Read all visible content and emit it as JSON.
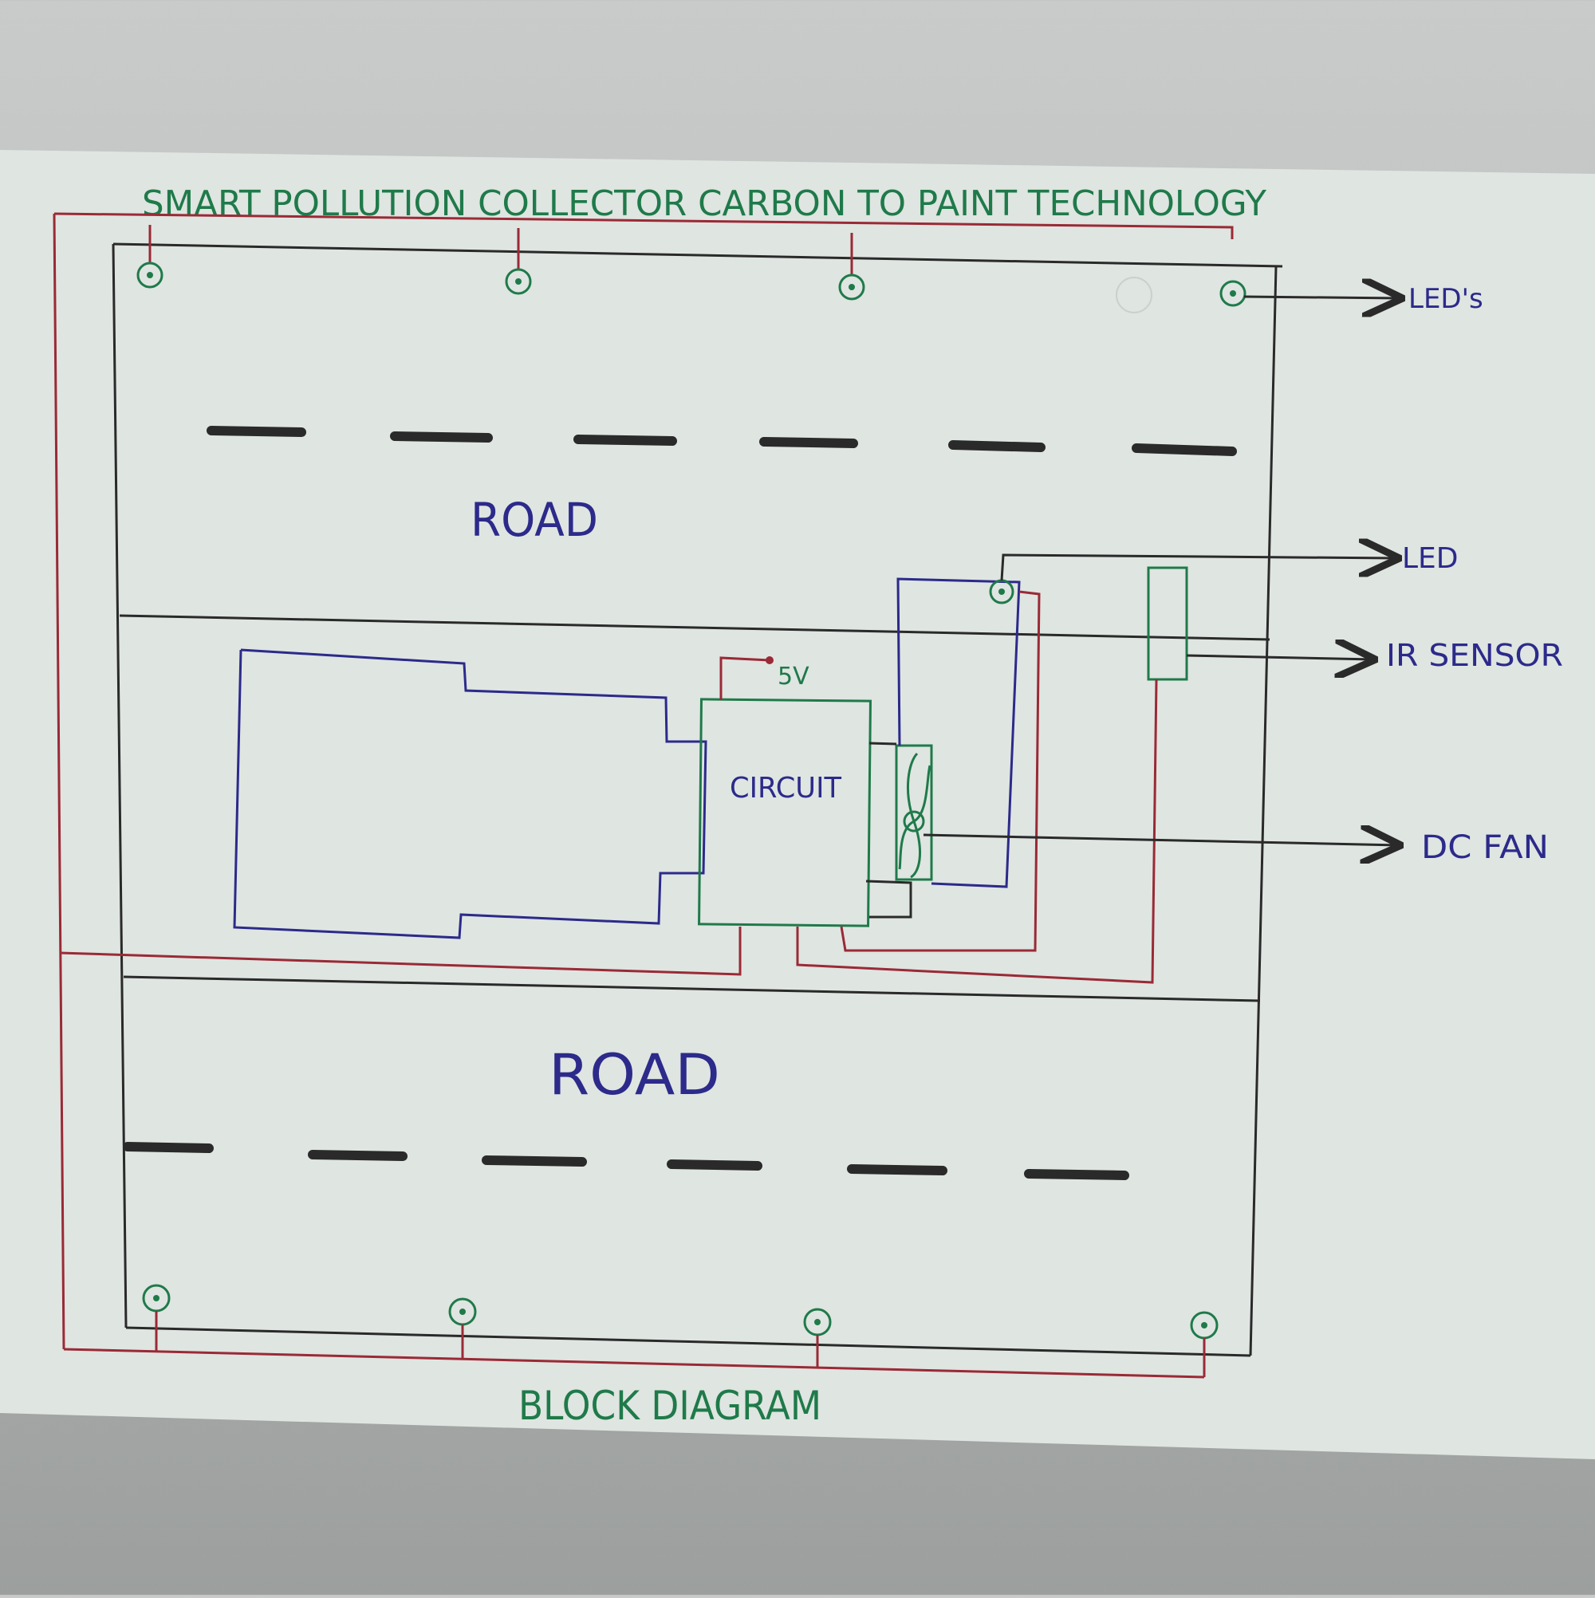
{
  "title": "SMART POLLUTION COLLECTOR CARBON TO PAINT TECHNOLOGY",
  "footer": "BLOCK DIAGRAM",
  "road_top": "ROAD",
  "road_bottom": "ROAD",
  "circuit": "CIRCUIT",
  "voltage": "5V",
  "labels": {
    "leds": "LED's",
    "led": "LED",
    "ir_sensor": "IR SENSOR",
    "dc_fan": "DC FAN"
  },
  "colors": {
    "paper": "#dfe5e1",
    "ink_black": "#2a2a2a",
    "ink_red": "#9a2a36",
    "ink_green": "#1f7a4a",
    "ink_blue": "#2c2a8a"
  }
}
